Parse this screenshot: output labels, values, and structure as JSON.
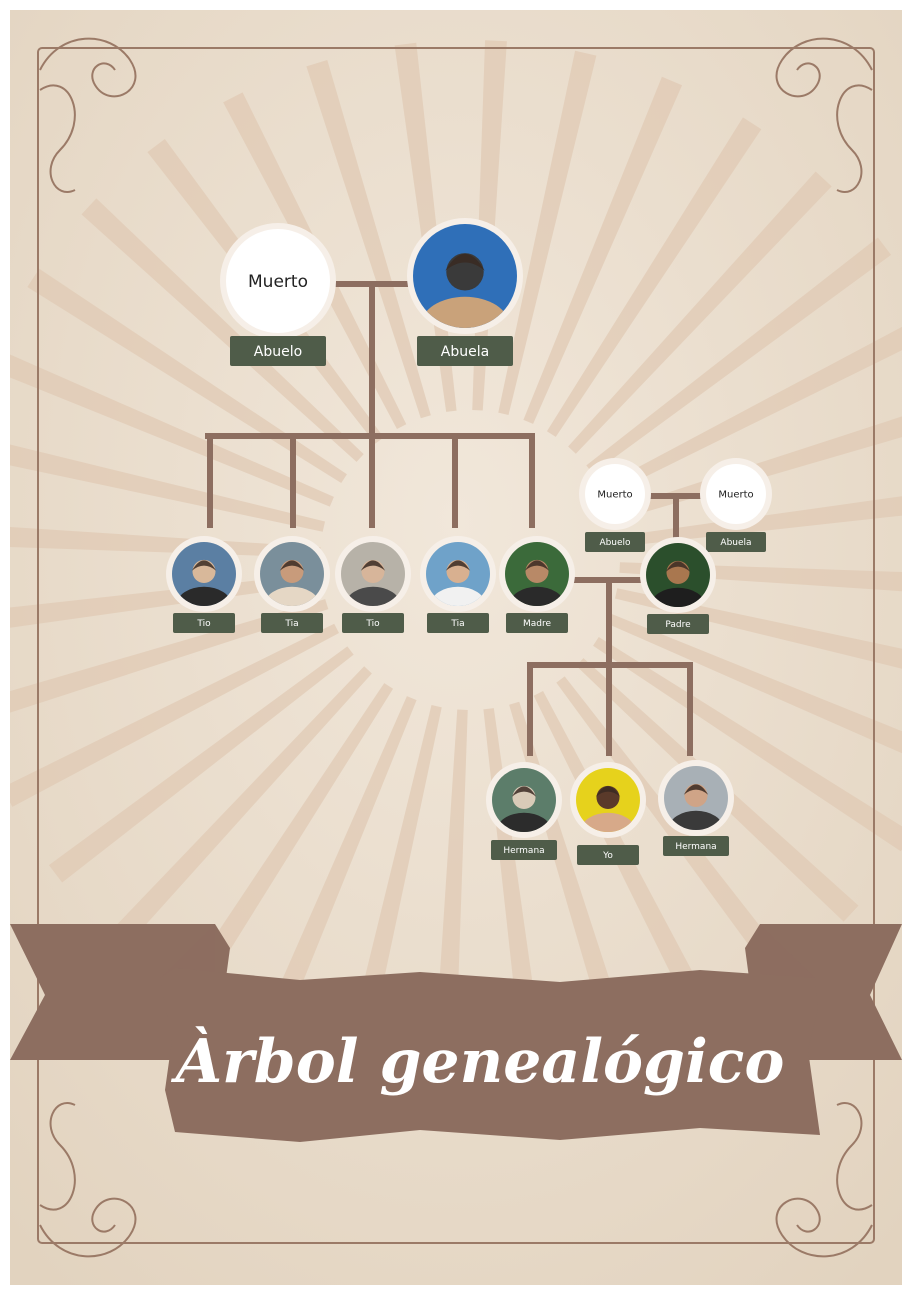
{
  "title": "Àrbol genealógico",
  "people": [
    {
      "id": "abuelo-paterno",
      "label": "Abuelo",
      "deceased_text": "Muerto"
    },
    {
      "id": "abuela-paterna",
      "label": "Abuela",
      "photo_colors": [
        "#2f6fb8",
        "#3a3a3a",
        "#c9a27a"
      ]
    },
    {
      "id": "tio-1",
      "label": "Tio",
      "photo_colors": [
        "#5b7fa3",
        "#d8b89a",
        "#2a2a2a"
      ]
    },
    {
      "id": "tia-2",
      "label": "Tia",
      "photo_colors": [
        "#7a8f9b",
        "#c89b7b",
        "#e5d7c5"
      ]
    },
    {
      "id": "tio-3",
      "label": "Tio",
      "photo_colors": [
        "#b7b2a8",
        "#d7b59a",
        "#4a4a4a"
      ]
    },
    {
      "id": "tia-4",
      "label": "Tia",
      "photo_colors": [
        "#6fa2c9",
        "#d8b090",
        "#f1f1f1"
      ]
    },
    {
      "id": "madre",
      "label": "Madre",
      "photo_colors": [
        "#3b6a3a",
        "#b88967",
        "#2a2a2a"
      ]
    },
    {
      "id": "abuelo-materno",
      "label": "Abuelo",
      "deceased_text": "Muerto"
    },
    {
      "id": "abuela-materna",
      "label": "Abuela",
      "deceased_text": "Muerto"
    },
    {
      "id": "padre",
      "label": "Padre",
      "photo_colors": [
        "#2b4f2c",
        "#a9774f",
        "#1e1e1e"
      ]
    },
    {
      "id": "hermana-1",
      "label": "Hermana",
      "photo_colors": [
        "#5c7d6a",
        "#d9cbb8",
        "#2c2c2c"
      ]
    },
    {
      "id": "yo",
      "label": "Yo",
      "photo_colors": [
        "#e6d21c",
        "#5a3a2a",
        "#d7a989"
      ]
    },
    {
      "id": "hermana-2",
      "label": "Hermana",
      "photo_colors": [
        "#a8b0b6",
        "#cfa487",
        "#3a3a3a"
      ]
    }
  ],
  "colors": {
    "paper": "#ede2d3",
    "ray": "#e0c9b4",
    "line": "#8d6e60",
    "label_bg": "#4f5c49",
    "label_text": "#ffffff",
    "ring": "#f6efe8",
    "banner": "#8d6e60",
    "banner_text": "#ffffff",
    "border": "#9b7a67"
  }
}
